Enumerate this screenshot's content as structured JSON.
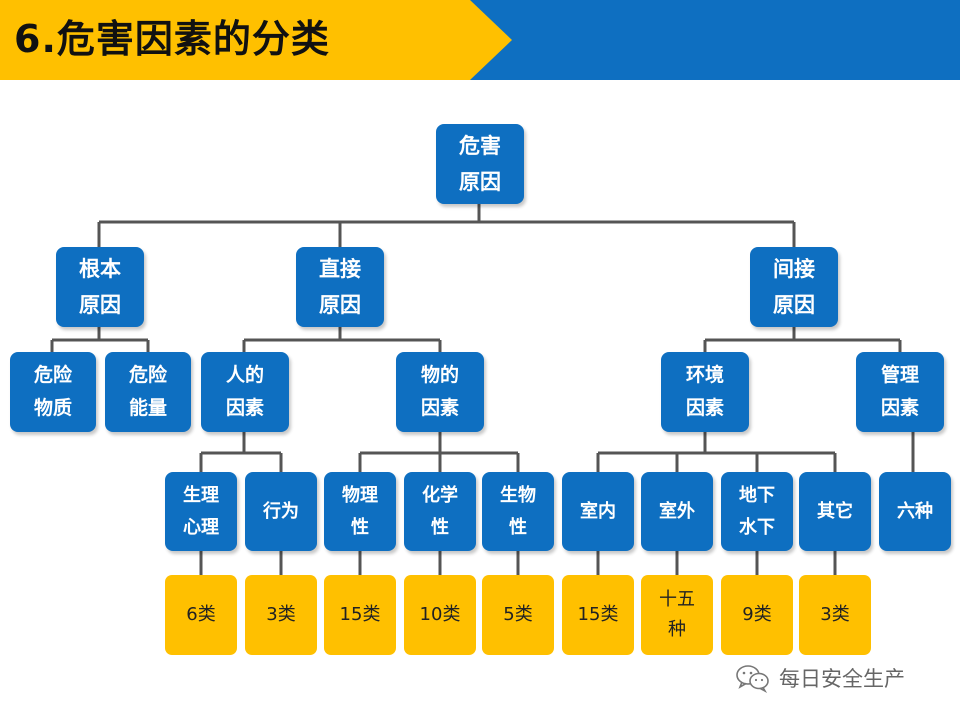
{
  "title": "6.危害因素的分类",
  "colors": {
    "banner_yellow": "#ffc000",
    "banner_blue": "#0e6fc1",
    "node_blue": "#0e6fc1",
    "leaf_yellow": "#ffc000",
    "connector": "#555555"
  },
  "diagram": {
    "root": "危害\n原因",
    "level1": {
      "fundamental": "根本\n原因",
      "direct": "直接\n原因",
      "indirect": "间接\n原因"
    },
    "level2": {
      "hazard_substance": "危险\n物质",
      "hazard_energy": "危险\n能量",
      "human_factor": "人的\n因素",
      "material_factor": "物的\n因素",
      "environment_factor": "环境\n因素",
      "management_factor": "管理\n因素"
    },
    "level3": {
      "physio_psych": "生理\n心理",
      "behavior": "行为",
      "physical": "物理\n性",
      "chemical": "化学\n性",
      "biological": "生物\n性",
      "indoor": "室内",
      "outdoor": "室外",
      "underground": "地下\n水下",
      "other": "其它",
      "six_kinds": "六种"
    },
    "counts": {
      "physio_psych": "6类",
      "behavior": "3类",
      "physical": "15类",
      "chemical": "10类",
      "biological": "5类",
      "indoor": "15类",
      "outdoor": "十五\n种",
      "underground": "9类",
      "other": "3类"
    }
  },
  "watermark": {
    "text": "每日安全生产",
    "icon": "wechat-icon"
  }
}
